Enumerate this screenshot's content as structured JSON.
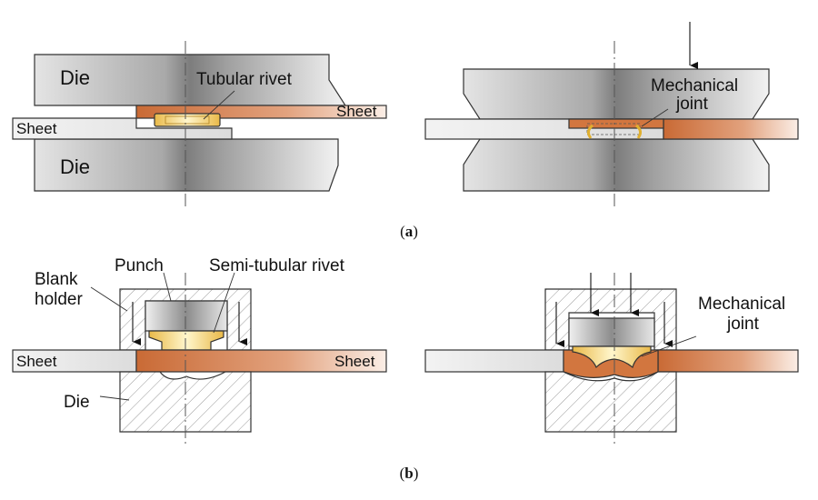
{
  "panel_a": {
    "left": {
      "die_top": "Die",
      "die_bottom": "Die",
      "rivet": "Tubular rivet",
      "sheet_left": "Sheet",
      "sheet_right": "Sheet"
    },
    "right": {
      "joint_line1": "Mechanical",
      "joint_line2": "joint"
    },
    "caption": "(a)",
    "caption_letter": "a"
  },
  "panel_b": {
    "left": {
      "punch": "Punch",
      "rivet": "Semi-tubular rivet",
      "blank_line1": "Blank",
      "blank_line2": "holder",
      "sheet_left": "Sheet",
      "sheet_right": "Sheet",
      "die": "Die"
    },
    "right": {
      "joint_line1": "Mechanical",
      "joint_line2": "joint"
    },
    "caption": "(b)",
    "caption_letter": "b"
  },
  "colors": {
    "die_gray": "#8a8a8a",
    "sheet_gray": "#e6e6e6",
    "sheet_copper": "#d9895a",
    "rivet_yellow": "#f2dc82"
  }
}
